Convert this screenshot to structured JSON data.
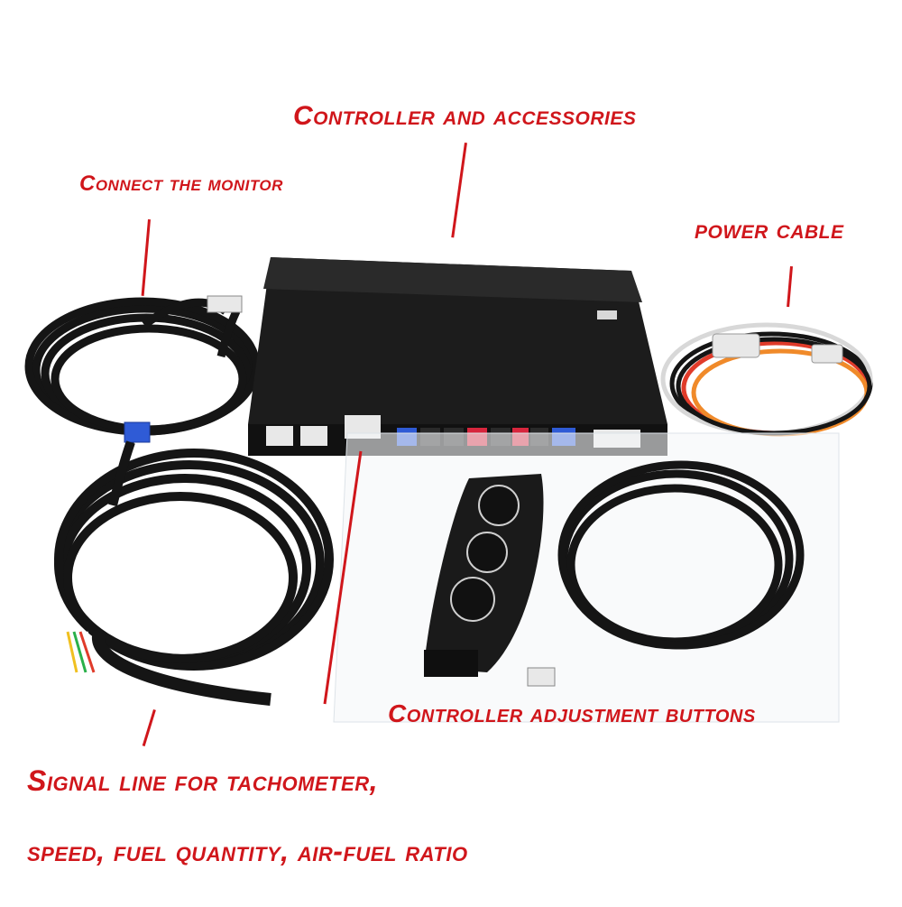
{
  "labels": {
    "controller": "Controller and accessories",
    "monitor": "Connect the monitor",
    "power": "power cable",
    "buttons": "Controller adjustment buttons",
    "signal_line1": "Signal line for tachometer,",
    "signal_line2": "speed, fuel quantity, air-fuel ratio"
  },
  "colors": {
    "label_red": "#d0161b",
    "controller_body": "#1c1c1c",
    "cable": "#151515",
    "connector_white": "#e8e8e8",
    "connector_blue": "#2f5bd6",
    "connector_red": "#d7263d"
  },
  "items": {
    "controller": "controller-box-icon",
    "monitor_cable": "coiled-cable-icon",
    "power_cable": "power-harness-icon",
    "signal_cable": "coiled-cable-icon",
    "button_remote": "button-remote-icon"
  }
}
